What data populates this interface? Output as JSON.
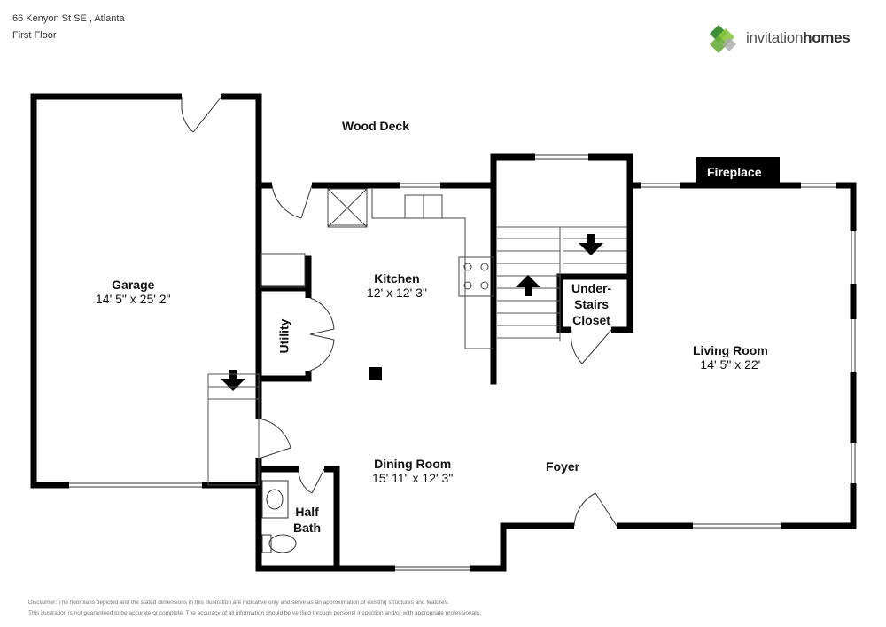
{
  "header": {
    "address": "66 Kenyon St SE , Atlanta",
    "floor": "First Floor"
  },
  "logo": {
    "brand_light": "invitation",
    "brand_bold": "homes",
    "colors": {
      "dark_green": "#3f8f3a",
      "light_green": "#8cc63f",
      "gray": "#a7a9ac"
    }
  },
  "rooms": {
    "garage": {
      "name": "Garage",
      "dims": "14' 5\" x 25' 2\""
    },
    "kitchen": {
      "name": "Kitchen",
      "dims": "12' x 12' 3\""
    },
    "living": {
      "name": "Living Room",
      "dims": "14' 5\" x 22'"
    },
    "dining": {
      "name": "Dining Room",
      "dims": "15' 11\" x 12' 3\""
    },
    "foyer": {
      "name": "Foyer"
    },
    "wood_deck": {
      "name": "Wood Deck"
    },
    "fireplace": {
      "name": "Fireplace"
    },
    "utility": {
      "name": "Utility"
    },
    "closet": {
      "name_l1": "Under-",
      "name_l2": "Stairs",
      "name_l3": "Closet"
    },
    "half_bath": {
      "name_l1": "Half",
      "name_l2": "Bath"
    }
  },
  "disclaimer": {
    "line1": "Disclaimer: The floorplans depicted and the stated dimensions in this illustration are indicative only and serve as an approximation of existing structures and features.",
    "line2": "This illustration is not guaranteed to be accurate or complete. The accuracy of all information should be verified through personal inspection and/or with appropriate professionals."
  }
}
